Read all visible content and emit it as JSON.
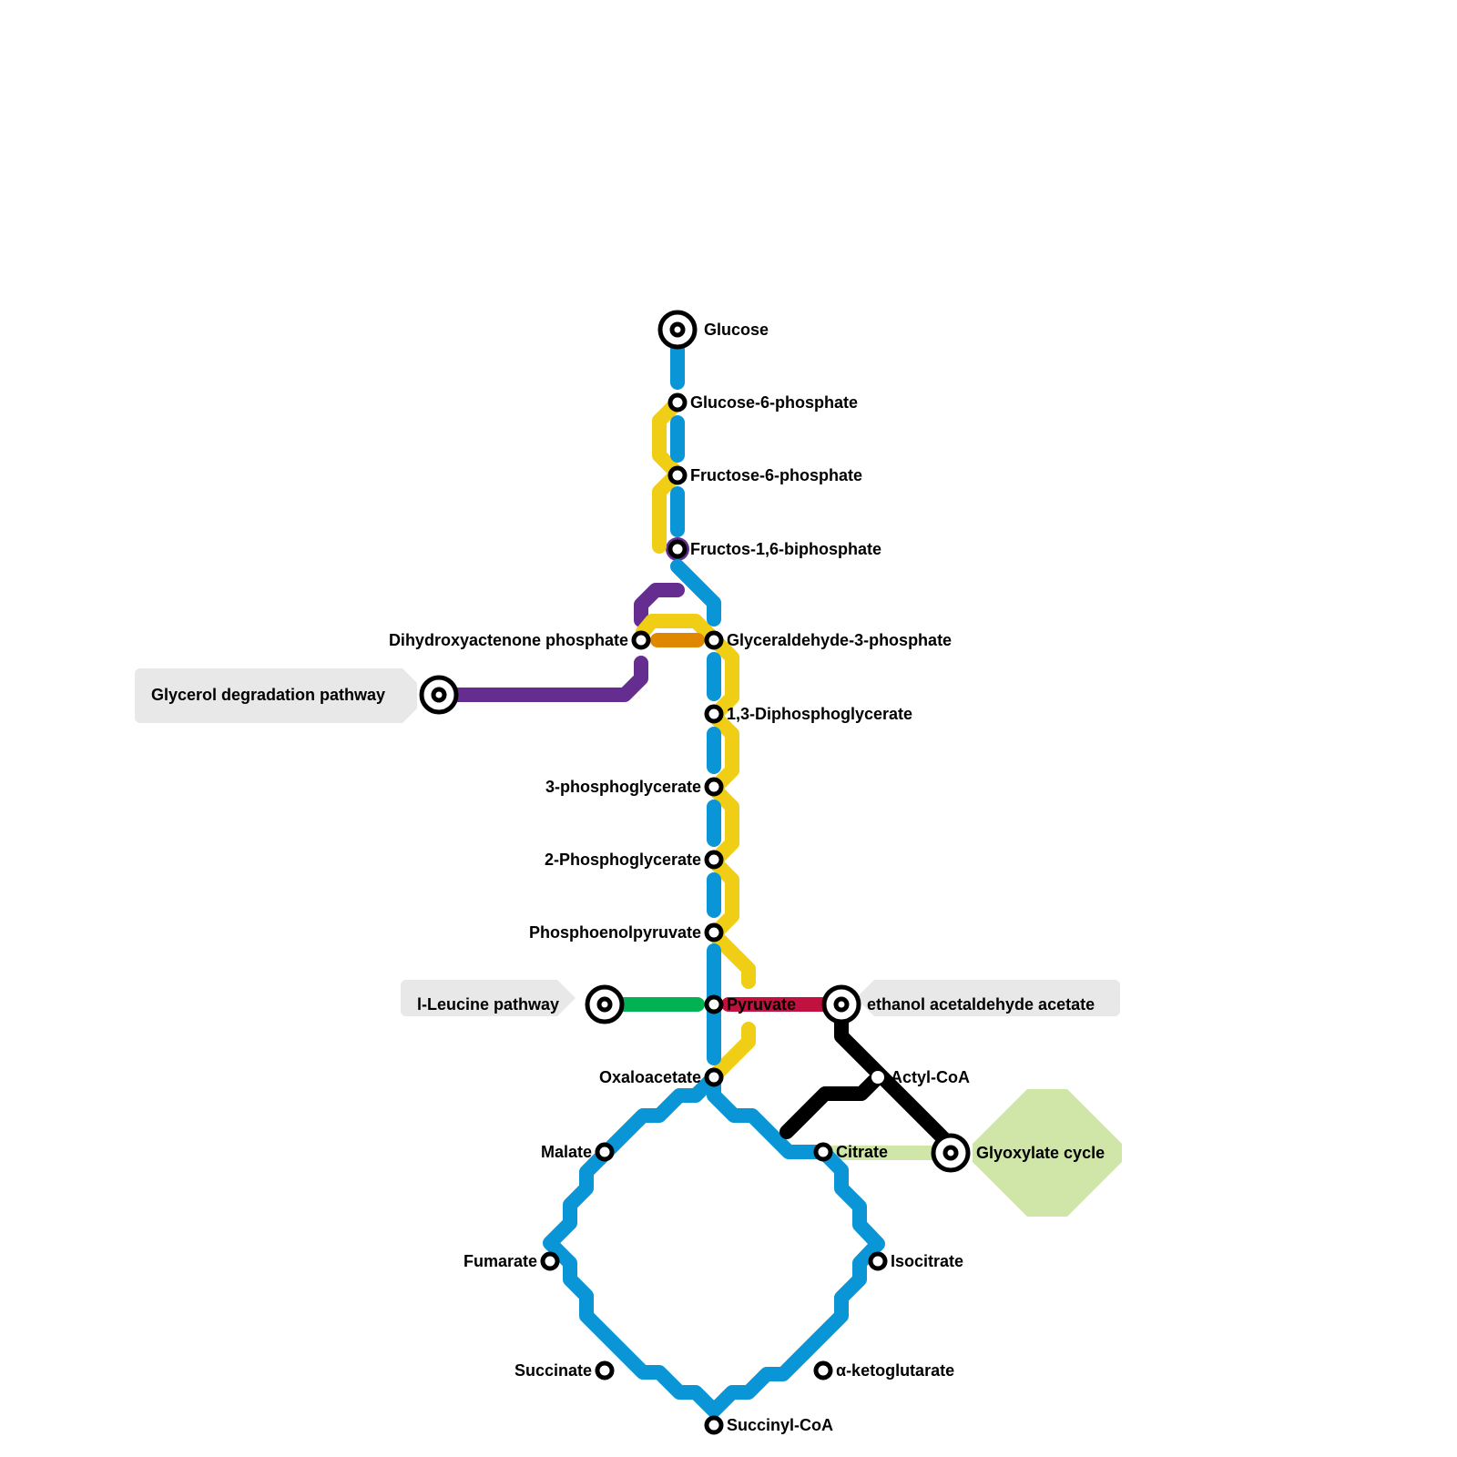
{
  "title": "Metabolic pathways metro map",
  "colors": {
    "glycolysis": "#0a96d6",
    "gluconeogenesis": "#f0ce15",
    "glycerol": "#662d91",
    "isomerase": "#e08700",
    "leucine": "#00b251",
    "pyruvate_link": "#c1113f",
    "acetyl": "#000000",
    "glyoxylate": "#d0e6a8",
    "box": "#e8e8e8"
  },
  "stations": {
    "glucose": "Glucose",
    "g6p": "Glucose-6-phosphate",
    "f6p": "Fructose-6-phosphate",
    "f16bp": "Fructos-1,6-biphosphate",
    "dhap": "Dihydroxyactenone phosphate",
    "g3p": "Glyceraldehyde-3-phosphate",
    "bpg13": "1,3-Diphosphoglycerate",
    "pg3": "3-phosphoglycerate",
    "pg2": "2-Phosphoglycerate",
    "pep": "Phosphoenolpyruvate",
    "pyruvate": "Pyruvate",
    "oxaloacetate": "Oxaloacetate",
    "malate": "Malate",
    "fumarate": "Fumarate",
    "succinate": "Succinate",
    "succinyl_coa": "Succinyl-CoA",
    "akg": "α-ketoglutarate",
    "isocitrate": "Isocitrate",
    "citrate": "Citrate",
    "acetyl_coa": "Actyl-CoA"
  },
  "terminals": {
    "glycerol": "Glycerol degradation pathway",
    "leucine": "l-Leucine pathway",
    "ethanol": "ethanol acetaldehyde acetate",
    "glyoxylate": "Glyoxylate cycle"
  }
}
